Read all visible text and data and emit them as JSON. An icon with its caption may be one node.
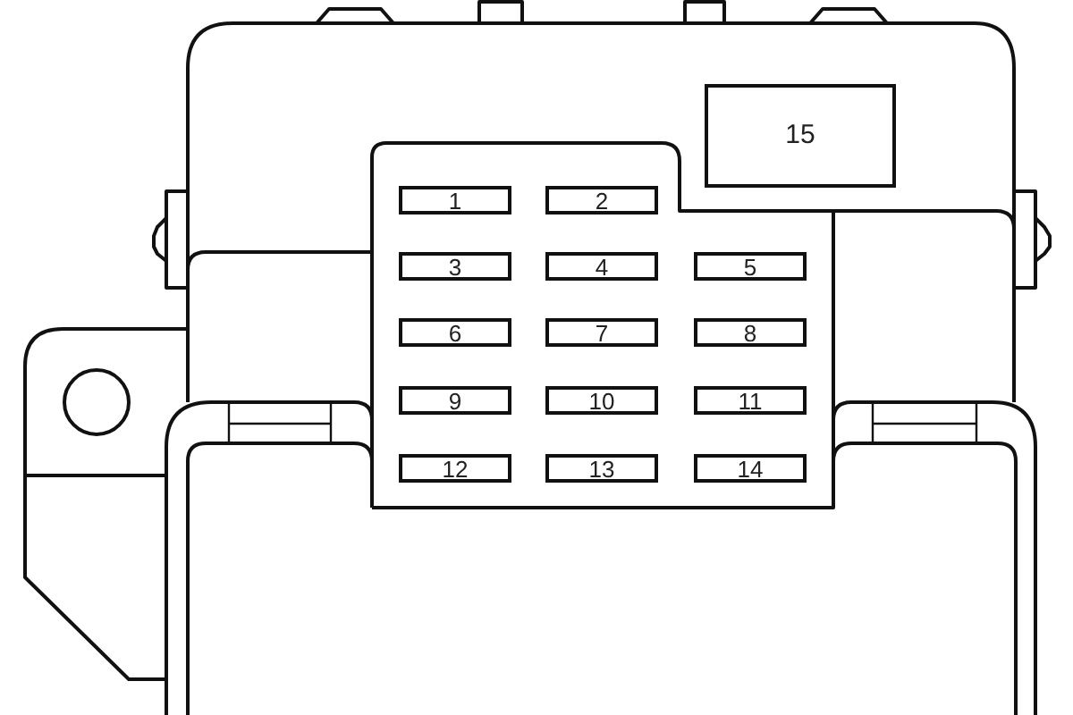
{
  "diagram": {
    "nodes": [
      {
        "text": [
          "1"
        ]
      },
      {
        "text": [
          "2"
        ]
      },
      {
        "text": [
          "3"
        ]
      },
      {
        "text": [
          "4"
        ]
      },
      {
        "text": [
          "5"
        ]
      },
      {
        "text": [
          "6"
        ]
      },
      {
        "text": [
          "7"
        ]
      },
      {
        "text": [
          "8"
        ]
      },
      {
        "text": [
          "9"
        ]
      },
      {
        "text": [
          "10"
        ]
      },
      {
        "text": [
          "11"
        ]
      },
      {
        "text": [
          "12"
        ]
      },
      {
        "text": [
          "13"
        ]
      },
      {
        "text": [
          "14"
        ]
      },
      {
        "text": [
          "15"
        ]
      }
    ]
  }
}
